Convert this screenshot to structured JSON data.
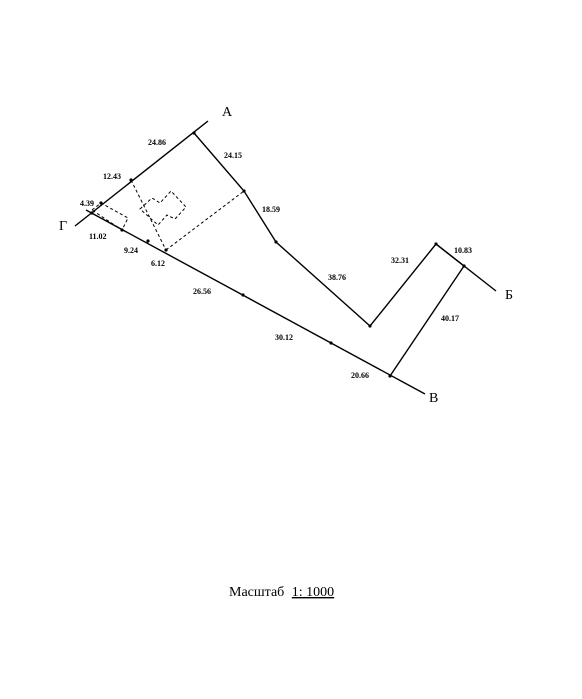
{
  "corners": {
    "a": "А",
    "b": "Б",
    "v": "В",
    "g": "Г"
  },
  "segments": {
    "s_24_86": "24.86",
    "s_24_15": "24.15",
    "s_12_43": "12.43",
    "s_4_39": "4.39",
    "s_18_59": "18.59",
    "s_11_02": "11.02",
    "s_9_24": "9.24",
    "s_6_12": "6.12",
    "s_26_56": "26.56",
    "s_38_76": "38.76",
    "s_32_31": "32.31",
    "s_10_83": "10.83",
    "s_40_17": "40.17",
    "s_30_12": "30.12",
    "s_20_66": "20.66"
  },
  "scale": {
    "label": "Масштаб",
    "value": "1: 1000"
  },
  "colors": {
    "ink": "#000000",
    "paper": "#ffffff"
  }
}
